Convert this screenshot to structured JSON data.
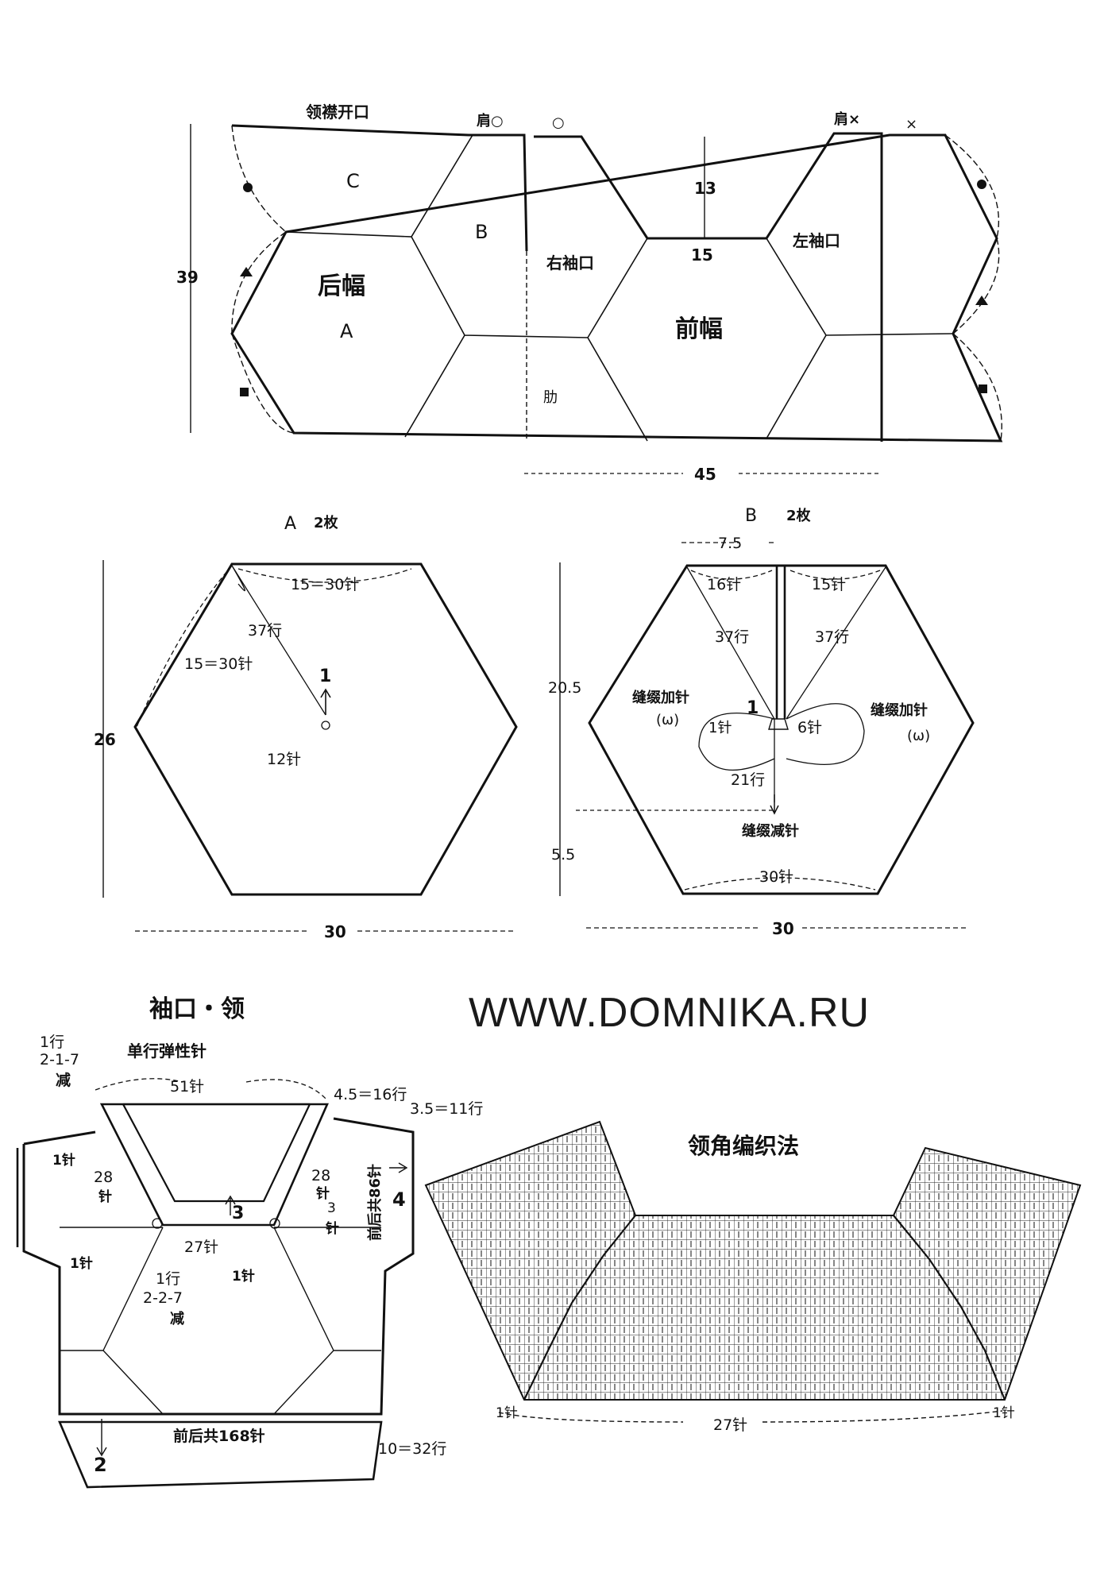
{
  "layout_diagram": {
    "neckline_opening": "领襟开口",
    "shoulder_o_left": "肩○",
    "shoulder_o_right": "○",
    "shoulder_x_left": "肩×",
    "shoulder_x_right": "×",
    "height_label": "39",
    "piece_c": "C",
    "piece_b": "B",
    "back_panel": "后幅",
    "back_panel_letter": "A",
    "right_cuff": "右袖口",
    "left_cuff": "左袖口",
    "front_panel": "前幅",
    "neck_depth": "13",
    "neck_width": "15",
    "rib": "肋",
    "width_label": "45"
  },
  "hexagon_a": {
    "title": "A",
    "count": "2枚",
    "top_edge": "15＝30针",
    "left_edge": "15＝30针",
    "rows": "37行",
    "direction": "1",
    "center_stitches": "12针",
    "height": "26",
    "width": "30"
  },
  "hexagon_b": {
    "title": "B",
    "count": "2枚",
    "top_width": "7.5",
    "left_top": "16针",
    "right_top": "15针",
    "left_rows": "37行",
    "right_rows": "37行",
    "left_increase": "缝缀加针",
    "left_increase_sym": "(ω)",
    "right_increase": "缝缀加针",
    "right_increase_sym": "(ω)",
    "direction": "1",
    "left_center": "1针",
    "right_center": "6针",
    "bottom_rows": "21行",
    "decrease": "缝缀减针",
    "bottom_edge": "30针",
    "height_upper": "20.5",
    "height_lower": "5.5",
    "width": "30"
  },
  "cuff_collar": {
    "title": "袖口・领",
    "subtitle": "单行弹性针",
    "dec_top_rows": "1行",
    "dec_top_seq": "2-1-7",
    "dec_top_word": "减",
    "top_stitches": "51针",
    "right_top": "4.5＝16行",
    "right_side": "3.5＝11行",
    "left_one": "1针",
    "left_28": "28",
    "left_28_unit": "针",
    "right_28": "28",
    "right_28_unit": "针",
    "right_3": "3",
    "right_3_unit": "针",
    "arrow_3": "3",
    "bottom_neck": "27针",
    "left_one_b": "1针",
    "right_one_b": "1针",
    "dec_bottom_rows": "1行",
    "dec_bottom_seq": "2-2-7",
    "dec_bottom_word": "减",
    "sleeve_total": "前后共86针",
    "arrow_4": "4",
    "body_total": "前后共168针",
    "arrow_2": "2",
    "hem_rows": "10＝32行"
  },
  "collar_chart": {
    "title": "领角编织法",
    "left_one": "1针",
    "bottom": "27针",
    "right_one": "1针"
  },
  "watermark": "WWW.DOMNIKA.RU"
}
